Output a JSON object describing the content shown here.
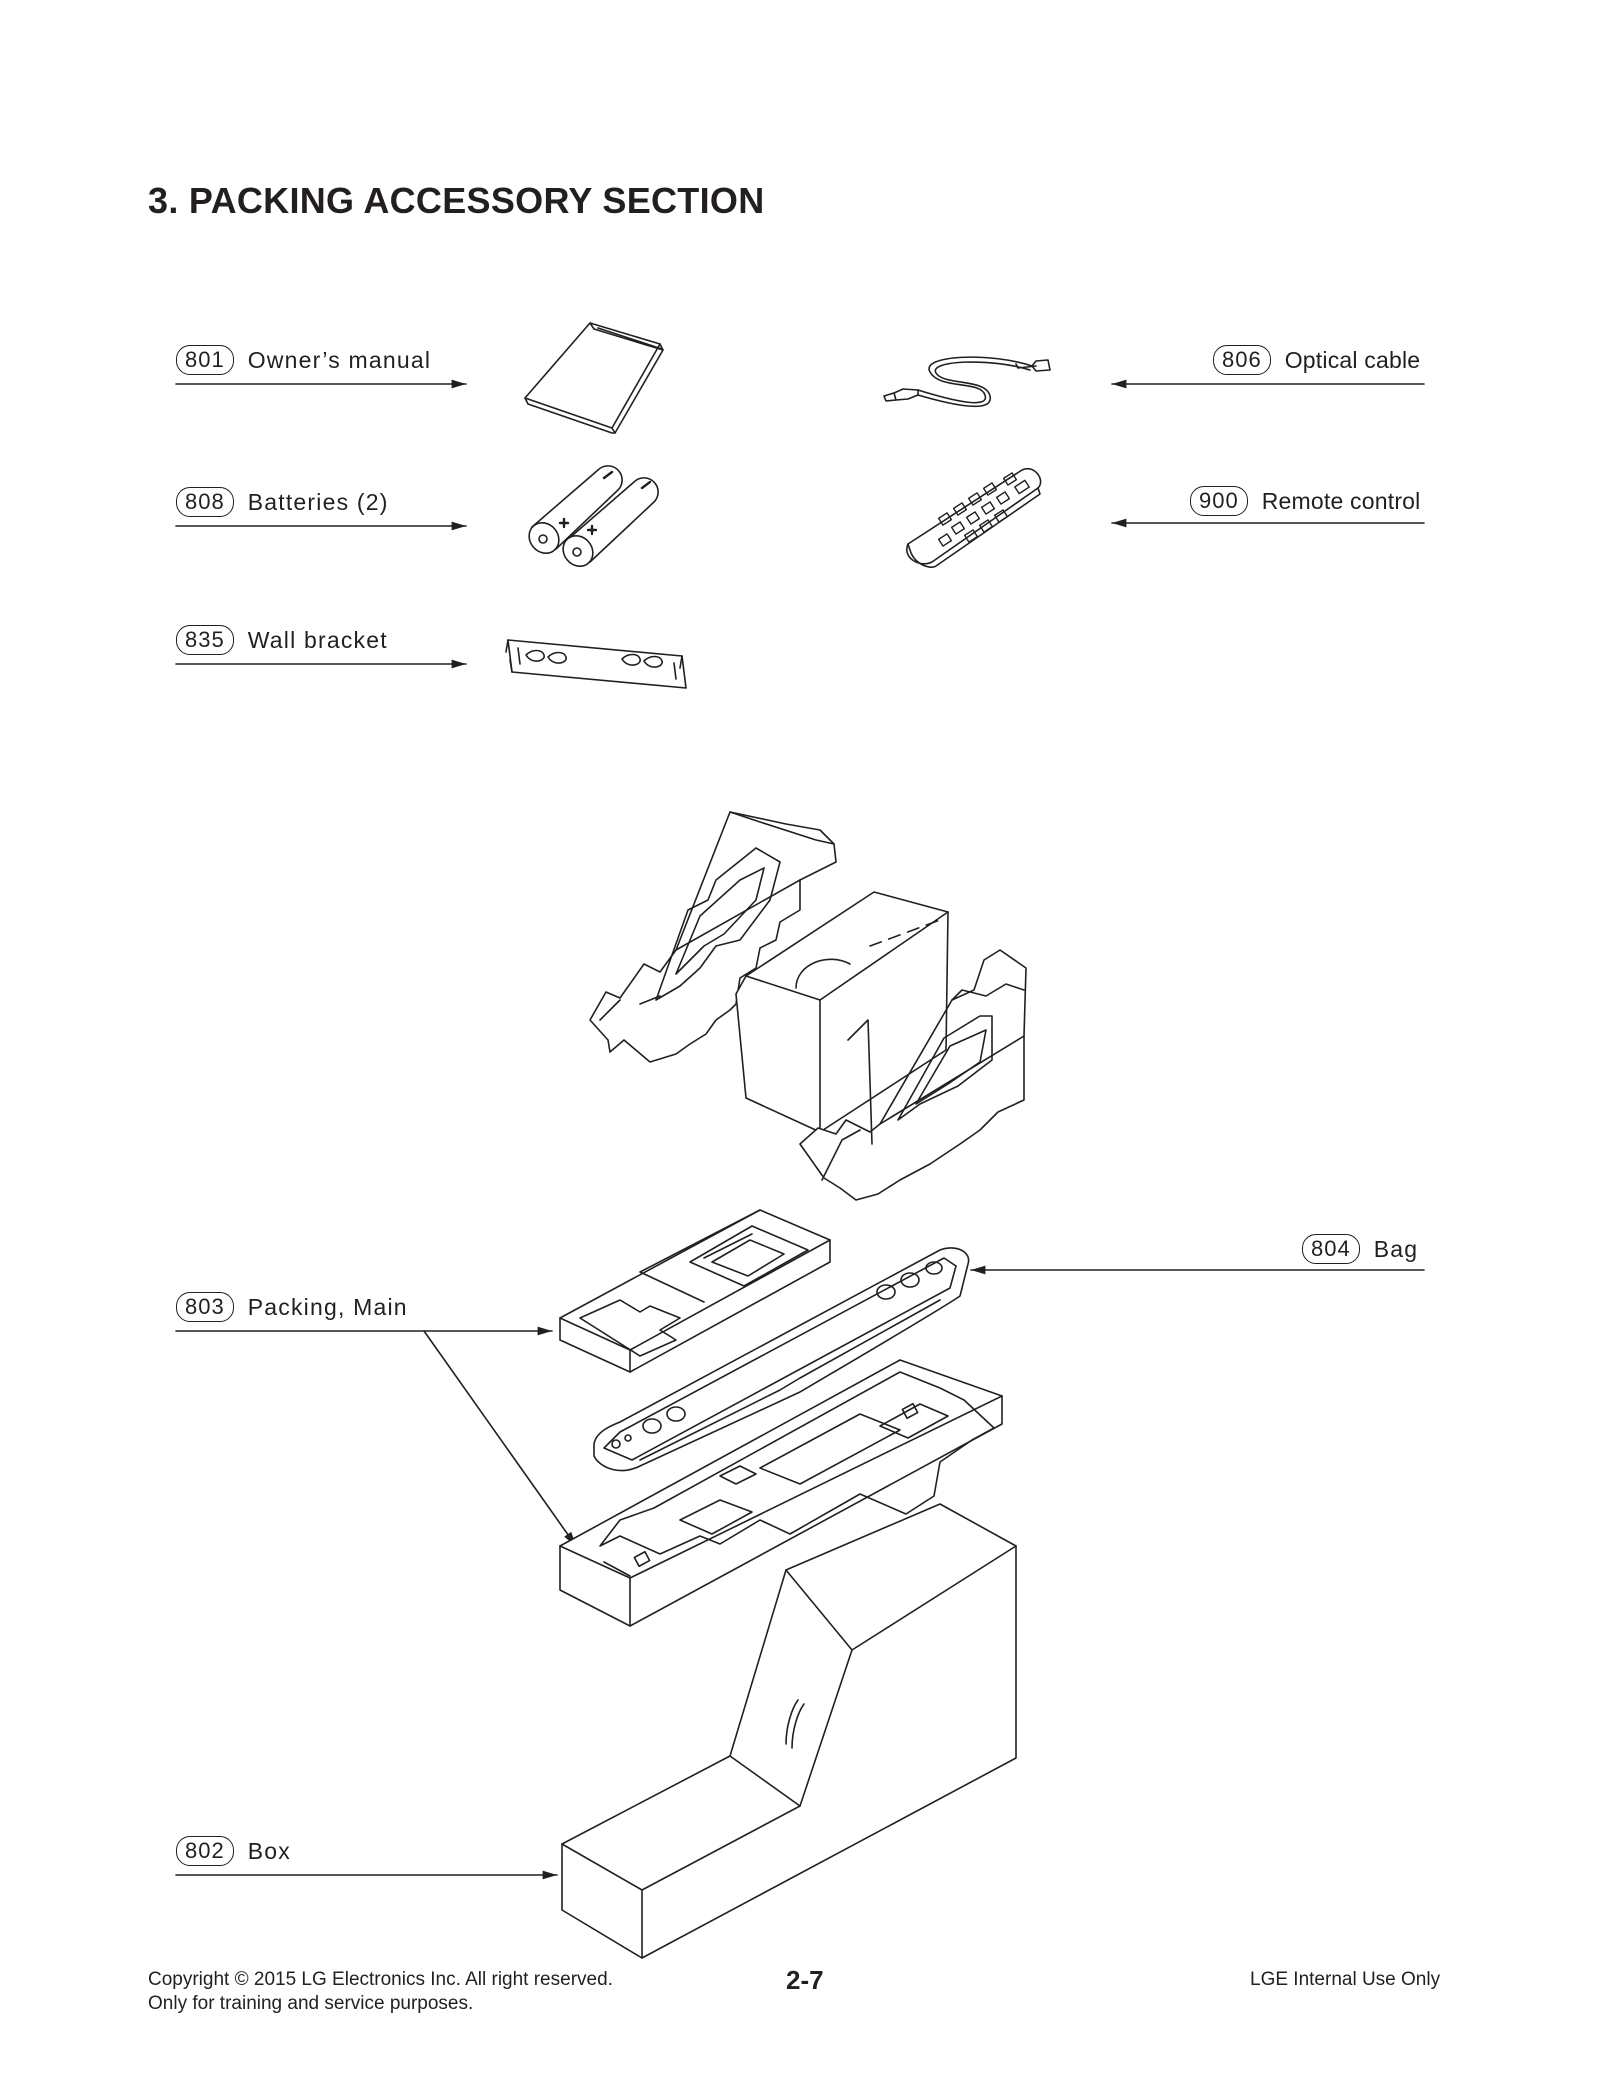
{
  "section_title": "3. PACKING ACCESSORY SECTION",
  "parts": {
    "owners_manual": {
      "num": "801",
      "label": "Owner’s manual"
    },
    "batteries": {
      "num": "808",
      "label": "Batteries (2)"
    },
    "wall_bracket": {
      "num": "835",
      "label": "Wall bracket"
    },
    "optical_cable": {
      "num": "806",
      "label": "Optical cable"
    },
    "remote_control": {
      "num": "900",
      "label": "Remote control"
    },
    "bag": {
      "num": "804",
      "label": "Bag"
    },
    "packing_main": {
      "num": "803",
      "label": "Packing, Main"
    },
    "box": {
      "num": "802",
      "label": "Box"
    }
  },
  "footer": {
    "copyright": "Copyright © 2015 LG Electronics Inc. All right reserved.",
    "purpose": "Only for training and service purposes.",
    "page_number": "2-7",
    "internal": "LGE Internal Use Only"
  }
}
